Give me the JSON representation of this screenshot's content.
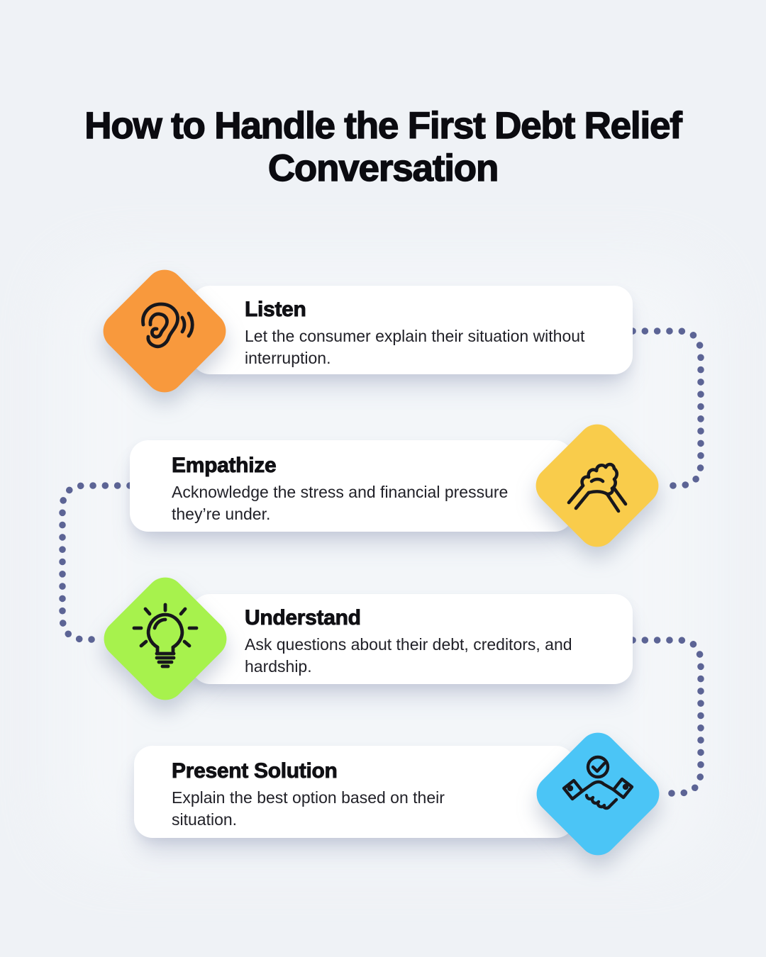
{
  "page": {
    "background": "#EFF2F6",
    "title": "How to Handle the First Debt Relief Conversation"
  },
  "connector": {
    "color": "#5C6495",
    "style": "dotted"
  },
  "icon_stroke_color": "#17171C",
  "steps": [
    {
      "title": "Listen",
      "description": "Let the consumer explain their situation without interruption.",
      "icon": "ear-icon",
      "diamond_color": "#F8993D"
    },
    {
      "title": "Empathize",
      "description": "Acknowledge the stress and financial pressure they’re under.",
      "icon": "arm-clasp-icon",
      "diamond_color": "#F9CC4B"
    },
    {
      "title": "Understand",
      "description": "Ask questions about their debt, creditors, and hardship.",
      "icon": "lightbulb-icon",
      "diamond_color": "#A7F24D"
    },
    {
      "title": "Present Solution",
      "description": "Explain the best option based on their situation.",
      "icon": "handshake-check-icon",
      "diamond_color": "#4BC5F6"
    }
  ]
}
